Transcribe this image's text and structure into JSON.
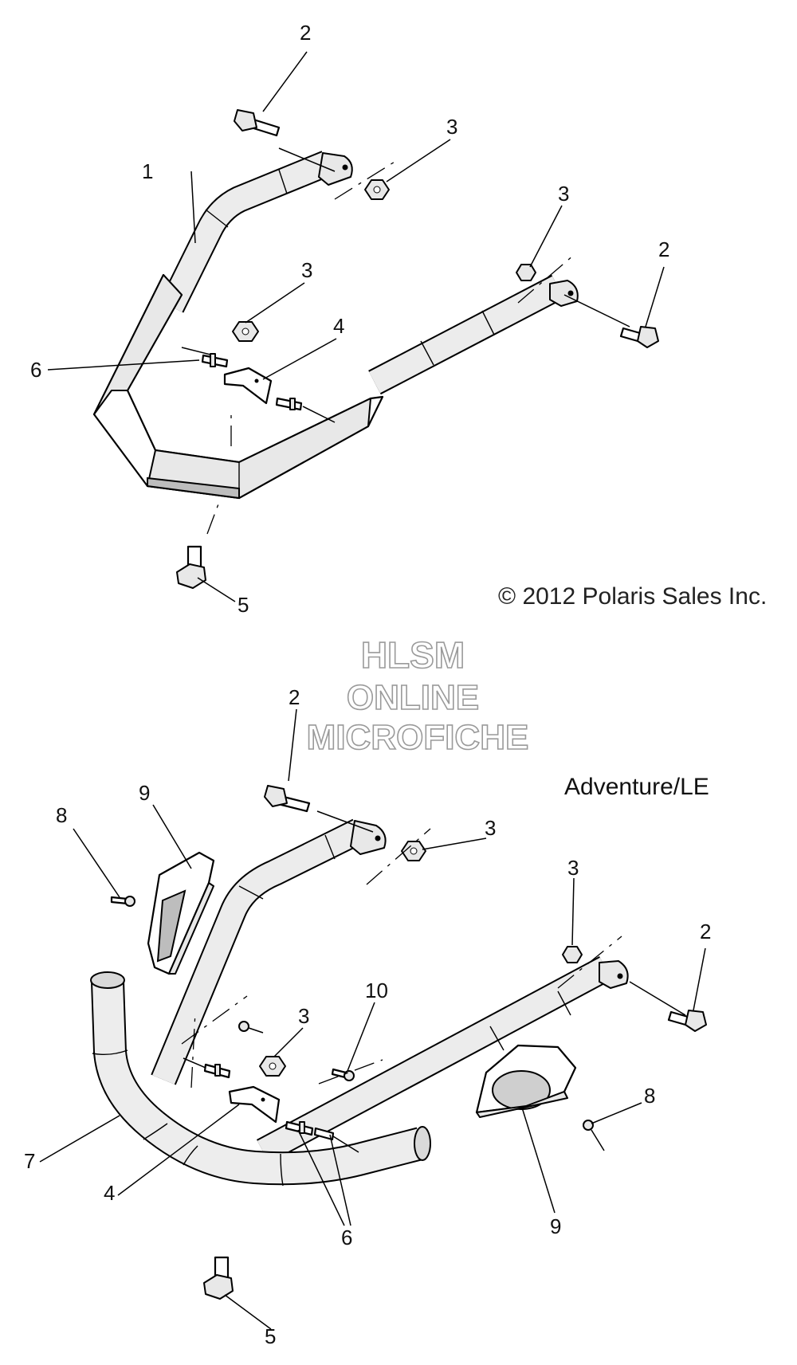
{
  "copyright": "© 2012 Polaris Sales Inc.",
  "variant_label": "Adventure/LE",
  "watermark": [
    "HLSM",
    "ONLINE",
    "MICROFICHE"
  ],
  "callouts": {
    "top": [
      "1",
      "2",
      "2",
      "3",
      "3",
      "3",
      "4",
      "5",
      "6"
    ],
    "bottom": [
      "2",
      "2",
      "3",
      "3",
      "3",
      "4",
      "5",
      "6",
      "7",
      "8",
      "8",
      "9",
      "9",
      "10"
    ]
  }
}
